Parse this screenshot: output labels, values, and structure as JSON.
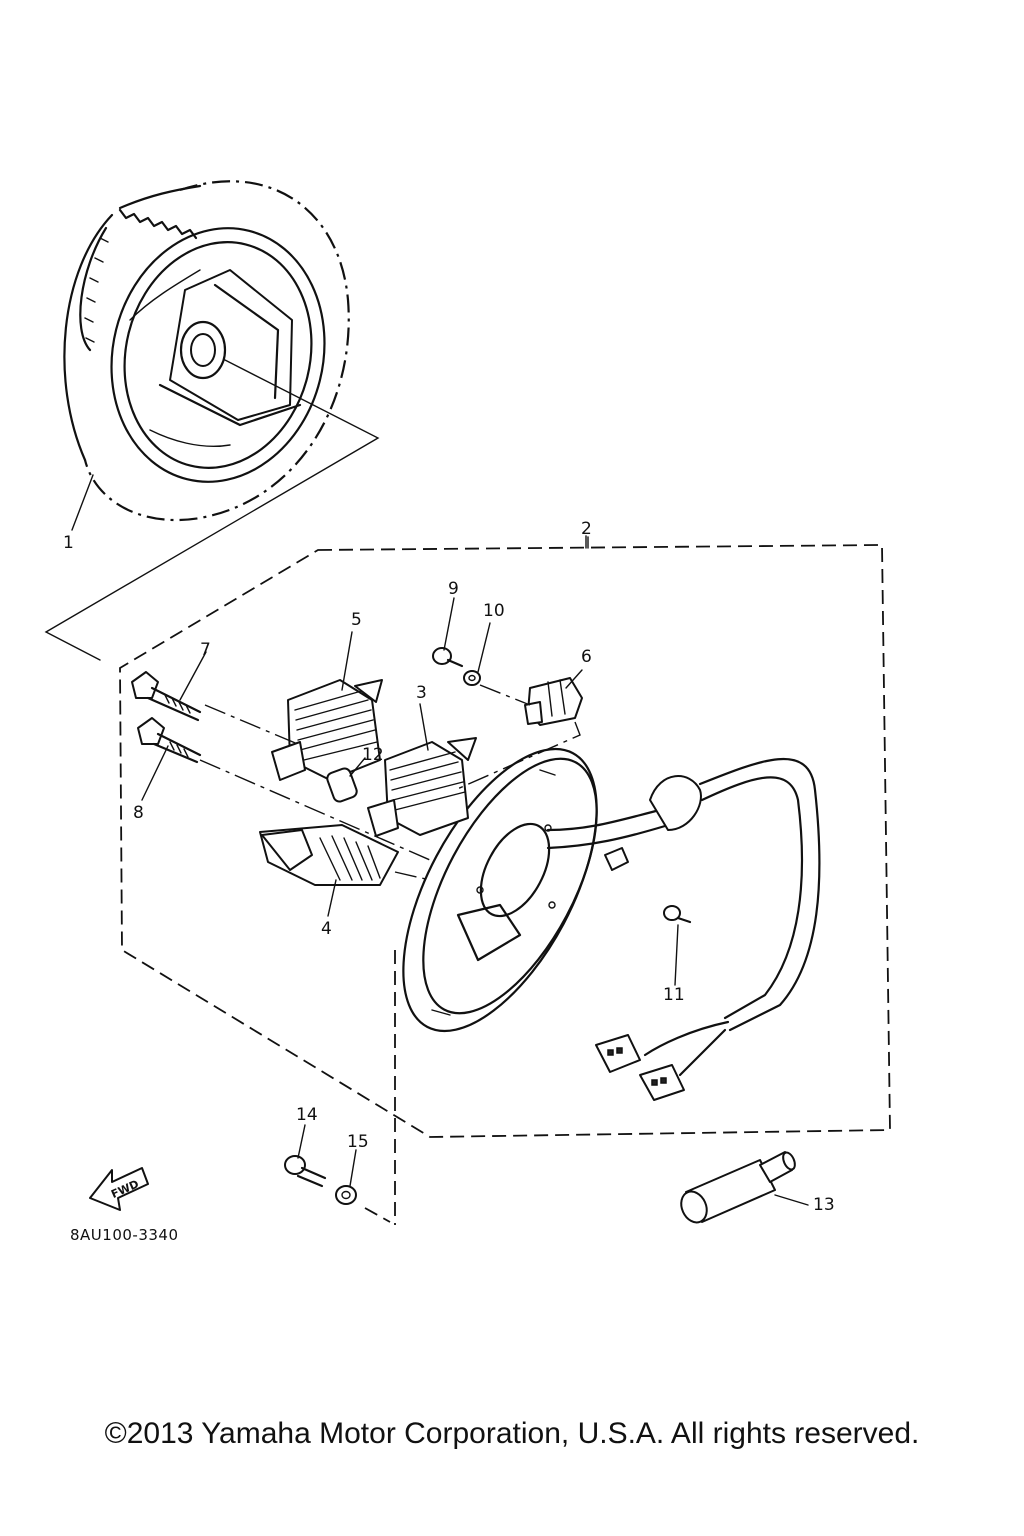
{
  "callouts": {
    "p1": "1",
    "p2": "2",
    "p3": "3",
    "p4": "4",
    "p5": "5",
    "p6": "6",
    "p7": "7",
    "p8": "8",
    "p9": "9",
    "p10": "10",
    "p11": "11",
    "p12": "12",
    "p13": "13",
    "p14": "14",
    "p15": "15"
  },
  "fwd_label": "FWD",
  "diagram_code": "8AU100-3340",
  "copyright": "©2013 Yamaha Motor Corporation, U.S.A. All rights reserved."
}
